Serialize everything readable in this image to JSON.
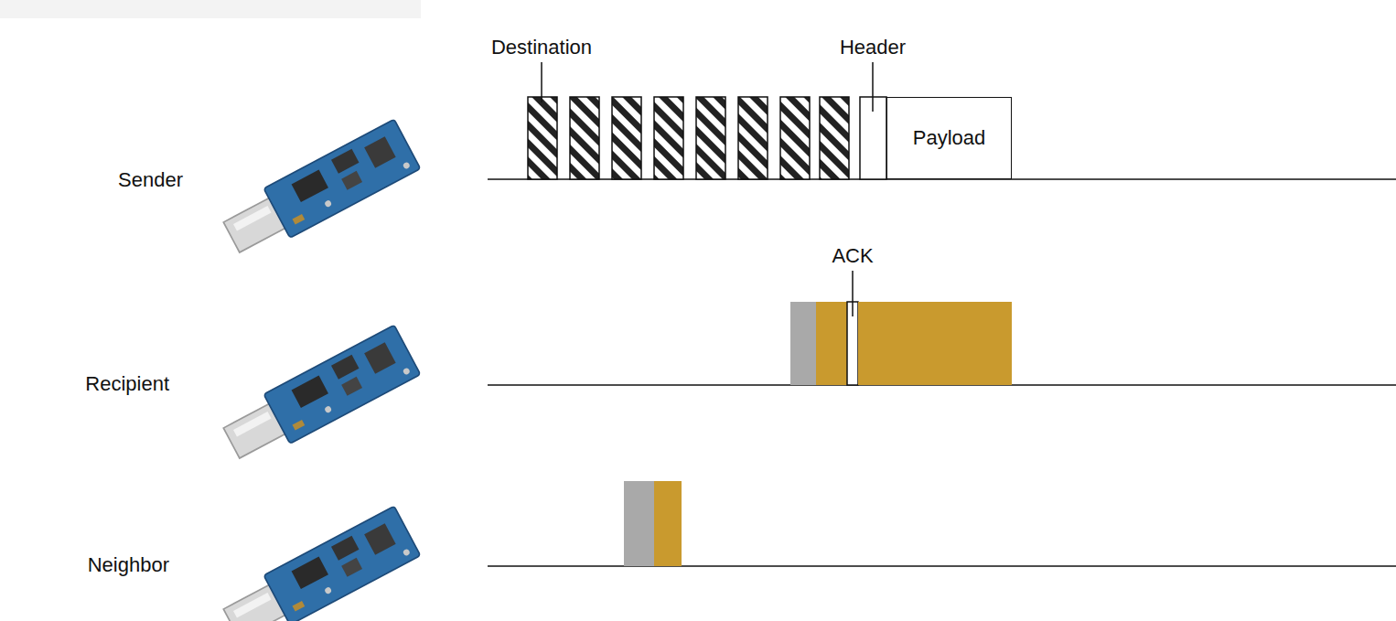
{
  "diagram": {
    "nodes": [
      {
        "text": [
          "Payload"
        ]
      }
    ],
    "labels": [
      "Destination",
      "Header",
      "Sender",
      "ACK",
      "Recipient",
      "Neighbor"
    ]
  }
}
